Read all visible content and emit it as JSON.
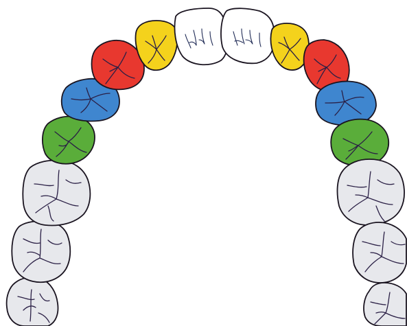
{
  "diagram": {
    "type": "maxillary-dental-arch-occlusal-view",
    "colors": {
      "central_incisor": "#ffffff",
      "lateral_incisor": "#f4d21c",
      "canine": "#e8382f",
      "first_premolar": "#3f86cf",
      "second_premolar": "#5aad3a",
      "molar": "#e7e8ec",
      "outline": "#1a1420",
      "fissure": "#2a1f45"
    },
    "teeth": [
      {
        "id": "left-second-molar-lower",
        "kind": "molar",
        "color_key": "molar"
      },
      {
        "id": "left-second-molar",
        "kind": "molar",
        "color_key": "molar"
      },
      {
        "id": "left-first-molar",
        "kind": "molar",
        "color_key": "molar"
      },
      {
        "id": "left-second-premolar",
        "kind": "premolar",
        "color_key": "second_premolar"
      },
      {
        "id": "left-first-premolar",
        "kind": "premolar",
        "color_key": "first_premolar"
      },
      {
        "id": "left-canine",
        "kind": "canine",
        "color_key": "canine"
      },
      {
        "id": "left-lateral-incisor",
        "kind": "incisor",
        "color_key": "lateral_incisor"
      },
      {
        "id": "left-central-incisor",
        "kind": "incisor",
        "color_key": "central_incisor"
      },
      {
        "id": "right-central-incisor",
        "kind": "incisor",
        "color_key": "central_incisor"
      },
      {
        "id": "right-lateral-incisor",
        "kind": "incisor",
        "color_key": "lateral_incisor"
      },
      {
        "id": "right-canine",
        "kind": "canine",
        "color_key": "canine"
      },
      {
        "id": "right-first-premolar",
        "kind": "premolar",
        "color_key": "first_premolar"
      },
      {
        "id": "right-second-premolar",
        "kind": "premolar",
        "color_key": "second_premolar"
      },
      {
        "id": "right-first-molar",
        "kind": "molar",
        "color_key": "molar"
      },
      {
        "id": "right-second-molar",
        "kind": "molar",
        "color_key": "molar"
      },
      {
        "id": "right-third-molar",
        "kind": "molar",
        "color_key": "molar"
      }
    ]
  }
}
